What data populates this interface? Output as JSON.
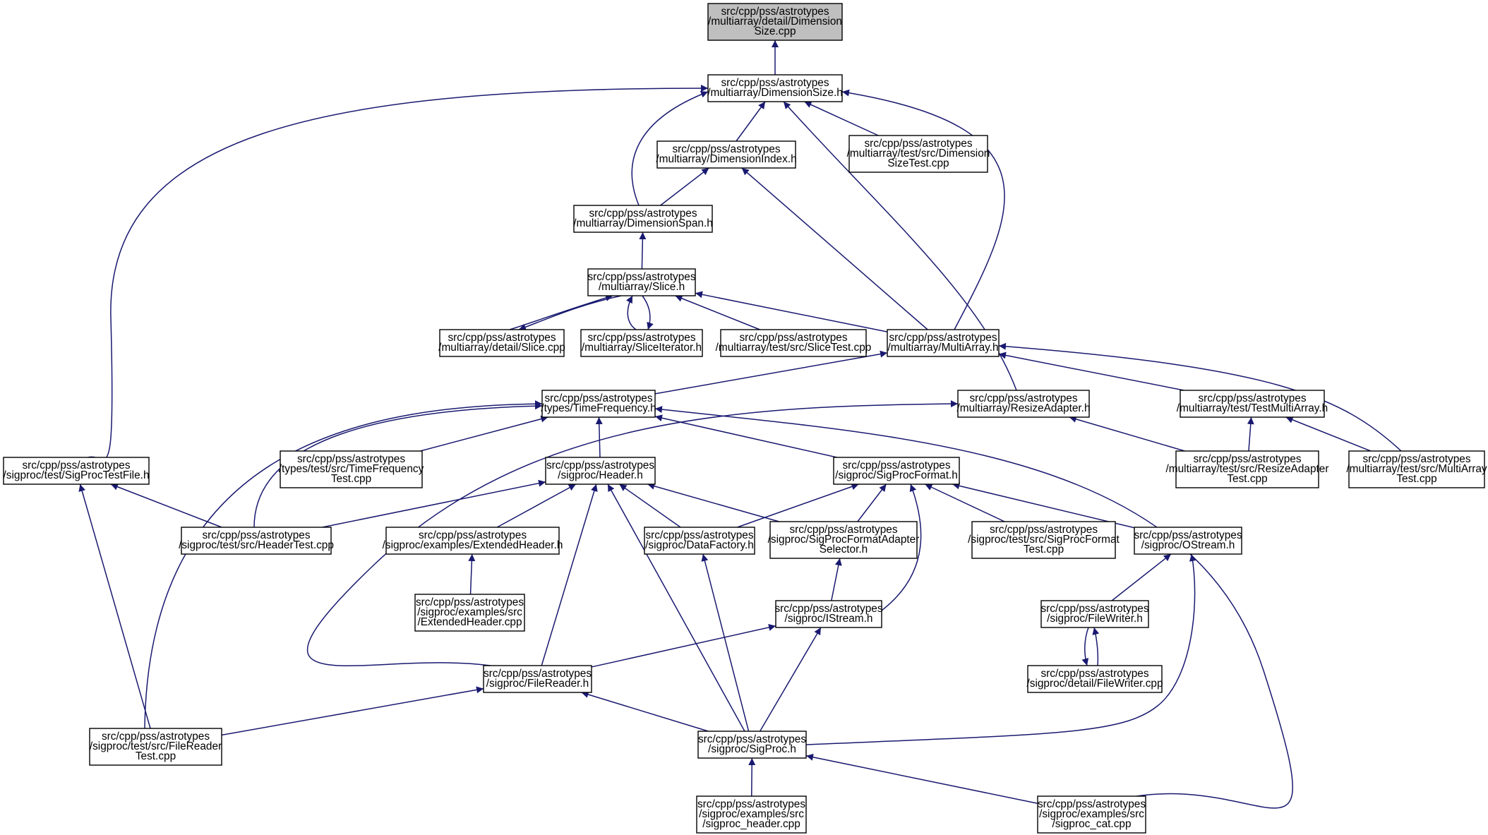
{
  "graph": {
    "colors": {
      "edge": "#191970",
      "focus_fill": "#bfbfbf",
      "node_fill": "#ffffff",
      "border": "#000000"
    },
    "nodes": [
      {
        "id": "detail_dimsize_cpp",
        "name": "node-detail-dimensionsize-cpp",
        "focus": true,
        "lines": [
          "src/cpp/pss/astrotypes",
          "/multiarray/detail/Dimension",
          "Size.cpp"
        ]
      },
      {
        "id": "dimsize_h",
        "name": "node-dimensionsize-h",
        "lines": [
          "src/cpp/pss/astrotypes",
          "/multiarray/DimensionSize.h"
        ]
      },
      {
        "id": "dimindex_h",
        "name": "node-dimensionindex-h",
        "lines": [
          "src/cpp/pss/astrotypes",
          "/multiarray/DimensionIndex.h"
        ]
      },
      {
        "id": "dimsizetest_cpp",
        "name": "node-dimensionsizetest-cpp",
        "lines": [
          "src/cpp/pss/astrotypes",
          "/multiarray/test/src/Dimension",
          "SizeTest.cpp"
        ]
      },
      {
        "id": "dimspan_h",
        "name": "node-dimensionspan-h",
        "lines": [
          "src/cpp/pss/astrotypes",
          "/multiarray/DimensionSpan.h"
        ]
      },
      {
        "id": "slice_h",
        "name": "node-slice-h",
        "lines": [
          "src/cpp/pss/astrotypes",
          "/multiarray/Slice.h"
        ]
      },
      {
        "id": "detail_slice_cpp",
        "name": "node-detail-slice-cpp",
        "lines": [
          "src/cpp/pss/astrotypes",
          "/multiarray/detail/Slice.cpp"
        ]
      },
      {
        "id": "sliceiter_h",
        "name": "node-sliceiterator-h",
        "lines": [
          "src/cpp/pss/astrotypes",
          "/multiarray/SliceIterator.h"
        ]
      },
      {
        "id": "slicetest_cpp",
        "name": "node-slicetest-cpp",
        "lines": [
          "src/cpp/pss/astrotypes",
          "/multiarray/test/src/SliceTest.cpp"
        ]
      },
      {
        "id": "multiarray_h",
        "name": "node-multiarray-h",
        "lines": [
          "src/cpp/pss/astrotypes",
          "/multiarray/MultiArray.h"
        ]
      },
      {
        "id": "timefreq_h",
        "name": "node-timefrequency-h",
        "lines": [
          "src/cpp/pss/astrotypes",
          "/types/TimeFrequency.h"
        ]
      },
      {
        "id": "resizeadapter_h",
        "name": "node-resizeadapter-h",
        "lines": [
          "src/cpp/pss/astrotypes",
          "/multiarray/ResizeAdapter.h"
        ]
      },
      {
        "id": "testmultiarray_h",
        "name": "node-testmultiarray-h",
        "lines": [
          "src/cpp/pss/astrotypes",
          "/multiarray/test/TestMultiArray.h"
        ]
      },
      {
        "id": "sigproctestfile_h",
        "name": "node-sigproctestfile-h",
        "lines": [
          "src/cpp/pss/astrotypes",
          "/sigproc/test/SigProcTestFile.h"
        ]
      },
      {
        "id": "timefreqtest_cpp",
        "name": "node-timefrequencytest-cpp",
        "lines": [
          "src/cpp/pss/astrotypes",
          "/types/test/src/TimeFrequency",
          "Test.cpp"
        ]
      },
      {
        "id": "header_h",
        "name": "node-header-h",
        "lines": [
          "src/cpp/pss/astrotypes",
          "/sigproc/Header.h"
        ]
      },
      {
        "id": "sigprocformat_h",
        "name": "node-sigprocformat-h",
        "lines": [
          "src/cpp/pss/astrotypes",
          "/sigproc/SigProcFormat.h"
        ]
      },
      {
        "id": "resizeadaptertest_cpp",
        "name": "node-resizeadaptertest-cpp",
        "lines": [
          "src/cpp/pss/astrotypes",
          "/multiarray/test/src/ResizeAdapter",
          "Test.cpp"
        ]
      },
      {
        "id": "multiarraytest_cpp",
        "name": "node-multiarraytest-cpp",
        "lines": [
          "src/cpp/pss/astrotypes",
          "/multiarray/test/src/MultiArray",
          "Test.cpp"
        ]
      },
      {
        "id": "headertest_cpp",
        "name": "node-headertest-cpp",
        "lines": [
          "src/cpp/pss/astrotypes",
          "/sigproc/test/src/HeaderTest.cpp"
        ]
      },
      {
        "id": "extheader_h",
        "name": "node-extendedheader-h",
        "lines": [
          "src/cpp/pss/astrotypes",
          "/sigproc/examples/ExtendedHeader.h"
        ]
      },
      {
        "id": "datafactory_h",
        "name": "node-datafactory-h",
        "lines": [
          "src/cpp/pss/astrotypes",
          "/sigproc/DataFactory.h"
        ]
      },
      {
        "id": "formatadaptersel_h",
        "name": "node-sigprocformatadapterselector-h",
        "lines": [
          "src/cpp/pss/astrotypes",
          "/sigproc/SigProcFormatAdapter",
          "Selector.h"
        ]
      },
      {
        "id": "sigprocformattest_cpp",
        "name": "node-sigprocformattest-cpp",
        "lines": [
          "src/cpp/pss/astrotypes",
          "/sigproc/test/src/SigProcFormat",
          "Test.cpp"
        ]
      },
      {
        "id": "ostream_h",
        "name": "node-ostream-h",
        "lines": [
          "src/cpp/pss/astrotypes",
          "/sigproc/OStream.h"
        ]
      },
      {
        "id": "extheader_cpp",
        "name": "node-extendedheader-cpp",
        "lines": [
          "src/cpp/pss/astrotypes",
          "/sigproc/examples/src",
          "/ExtendedHeader.cpp"
        ]
      },
      {
        "id": "istream_h",
        "name": "node-istream-h",
        "lines": [
          "src/cpp/pss/astrotypes",
          "/sigproc/IStream.h"
        ]
      },
      {
        "id": "filewriter_h",
        "name": "node-filewriter-h",
        "lines": [
          "src/cpp/pss/astrotypes",
          "/sigproc/FileWriter.h"
        ]
      },
      {
        "id": "detail_filewriter_cpp",
        "name": "node-detail-filewriter-cpp",
        "lines": [
          "src/cpp/pss/astrotypes",
          "/sigproc/detail/FileWriter.cpp"
        ]
      },
      {
        "id": "filereader_h",
        "name": "node-filereader-h",
        "lines": [
          "src/cpp/pss/astrotypes",
          "/sigproc/FileReader.h"
        ]
      },
      {
        "id": "filereadertest_cpp",
        "name": "node-filereadertest-cpp",
        "lines": [
          "src/cpp/pss/astrotypes",
          "/sigproc/test/src/FileReader",
          "Test.cpp"
        ]
      },
      {
        "id": "sigproc_h",
        "name": "node-sigproc-h",
        "lines": [
          "src/cpp/pss/astrotypes",
          "/sigproc/SigProc.h"
        ]
      },
      {
        "id": "sigproc_header_cpp",
        "name": "node-sigproc-header-cpp",
        "lines": [
          "src/cpp/pss/astrotypes",
          "/sigproc/examples/src",
          "/sigproc_header.cpp"
        ]
      },
      {
        "id": "sigproc_cat_cpp",
        "name": "node-sigproc-cat-cpp",
        "lines": [
          "src/cpp/pss/astrotypes",
          "/sigproc/examples/src",
          "/sigproc_cat.cpp"
        ]
      }
    ],
    "edges": [
      {
        "from": "detail_dimsize_cpp",
        "to": "dimsize_h"
      },
      {
        "from": "dimsize_h",
        "to": "dimindex_h"
      },
      {
        "from": "dimsize_h",
        "to": "dimsizetest_cpp"
      },
      {
        "from": "dimsize_h",
        "to": "dimspan_h"
      },
      {
        "from": "dimsize_h",
        "to": "multiarray_h"
      },
      {
        "from": "dimsize_h",
        "to": "resizeadapter_h"
      },
      {
        "from": "dimsize_h",
        "to": "sigproctestfile_h"
      },
      {
        "from": "dimindex_h",
        "to": "dimspan_h"
      },
      {
        "from": "dimindex_h",
        "to": "multiarray_h"
      },
      {
        "from": "dimspan_h",
        "to": "slice_h"
      },
      {
        "from": "slice_h",
        "to": "detail_slice_cpp"
      },
      {
        "from": "detail_slice_cpp",
        "to": "slice_h"
      },
      {
        "from": "slice_h",
        "to": "sliceiter_h"
      },
      {
        "from": "sliceiter_h",
        "to": "slice_h"
      },
      {
        "from": "slice_h",
        "to": "slicetest_cpp"
      },
      {
        "from": "slice_h",
        "to": "multiarray_h"
      },
      {
        "from": "multiarray_h",
        "to": "timefreq_h"
      },
      {
        "from": "multiarray_h",
        "to": "testmultiarray_h"
      },
      {
        "from": "multiarray_h",
        "to": "multiarraytest_cpp"
      },
      {
        "from": "timefreq_h",
        "to": "timefreqtest_cpp"
      },
      {
        "from": "timefreq_h",
        "to": "header_h"
      },
      {
        "from": "timefreq_h",
        "to": "sigprocformat_h"
      },
      {
        "from": "timefreq_h",
        "to": "headertest_cpp"
      },
      {
        "from": "timefreq_h",
        "to": "filereadertest_cpp"
      },
      {
        "from": "timefreq_h",
        "to": "sigproc_cat_cpp"
      },
      {
        "from": "resizeadapter_h",
        "to": "resizeadaptertest_cpp"
      },
      {
        "from": "resizeadapter_h",
        "to": "filereader_h"
      },
      {
        "from": "testmultiarray_h",
        "to": "resizeadaptertest_cpp"
      },
      {
        "from": "testmultiarray_h",
        "to": "multiarraytest_cpp"
      },
      {
        "from": "sigproctestfile_h",
        "to": "headertest_cpp"
      },
      {
        "from": "sigproctestfile_h",
        "to": "filereadertest_cpp"
      },
      {
        "from": "header_h",
        "to": "headertest_cpp"
      },
      {
        "from": "header_h",
        "to": "extheader_h"
      },
      {
        "from": "header_h",
        "to": "datafactory_h"
      },
      {
        "from": "header_h",
        "to": "formatadaptersel_h"
      },
      {
        "from": "header_h",
        "to": "filereader_h"
      },
      {
        "from": "header_h",
        "to": "sigproc_h"
      },
      {
        "from": "sigprocformat_h",
        "to": "datafactory_h"
      },
      {
        "from": "sigprocformat_h",
        "to": "formatadaptersel_h"
      },
      {
        "from": "sigprocformat_h",
        "to": "sigprocformattest_cpp"
      },
      {
        "from": "sigprocformat_h",
        "to": "ostream_h"
      },
      {
        "from": "sigprocformat_h",
        "to": "istream_h"
      },
      {
        "from": "extheader_h",
        "to": "extheader_cpp"
      },
      {
        "from": "datafactory_h",
        "to": "sigproc_h"
      },
      {
        "from": "formatadaptersel_h",
        "to": "istream_h"
      },
      {
        "from": "ostream_h",
        "to": "filewriter_h"
      },
      {
        "from": "ostream_h",
        "to": "sigproc_h"
      },
      {
        "from": "istream_h",
        "to": "filereader_h"
      },
      {
        "from": "istream_h",
        "to": "sigproc_h"
      },
      {
        "from": "filewriter_h",
        "to": "detail_filewriter_cpp"
      },
      {
        "from": "detail_filewriter_cpp",
        "to": "filewriter_h"
      },
      {
        "from": "filereader_h",
        "to": "filereadertest_cpp"
      },
      {
        "from": "filereader_h",
        "to": "sigproc_h"
      },
      {
        "from": "sigproc_h",
        "to": "sigproc_header_cpp"
      },
      {
        "from": "sigproc_h",
        "to": "sigproc_cat_cpp"
      }
    ]
  }
}
